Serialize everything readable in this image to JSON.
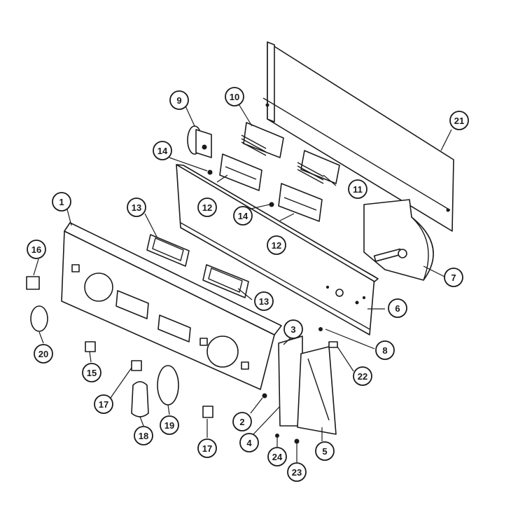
{
  "callouts": {
    "c1": "1",
    "c2": "2",
    "c3": "3",
    "c4": "4",
    "c5": "5",
    "c6": "6",
    "c7": "7",
    "c8": "8",
    "c9": "9",
    "c10": "10",
    "c11": "11",
    "c12a": "12",
    "c12b": "12",
    "c13a": "13",
    "c13b": "13",
    "c14a": "14",
    "c14b": "14",
    "c15": "15",
    "c16": "16",
    "c17a": "17",
    "c17b": "17",
    "c18": "18",
    "c19": "19",
    "c20": "20",
    "c21": "21",
    "c22": "22",
    "c23": "23",
    "c24": "24"
  }
}
